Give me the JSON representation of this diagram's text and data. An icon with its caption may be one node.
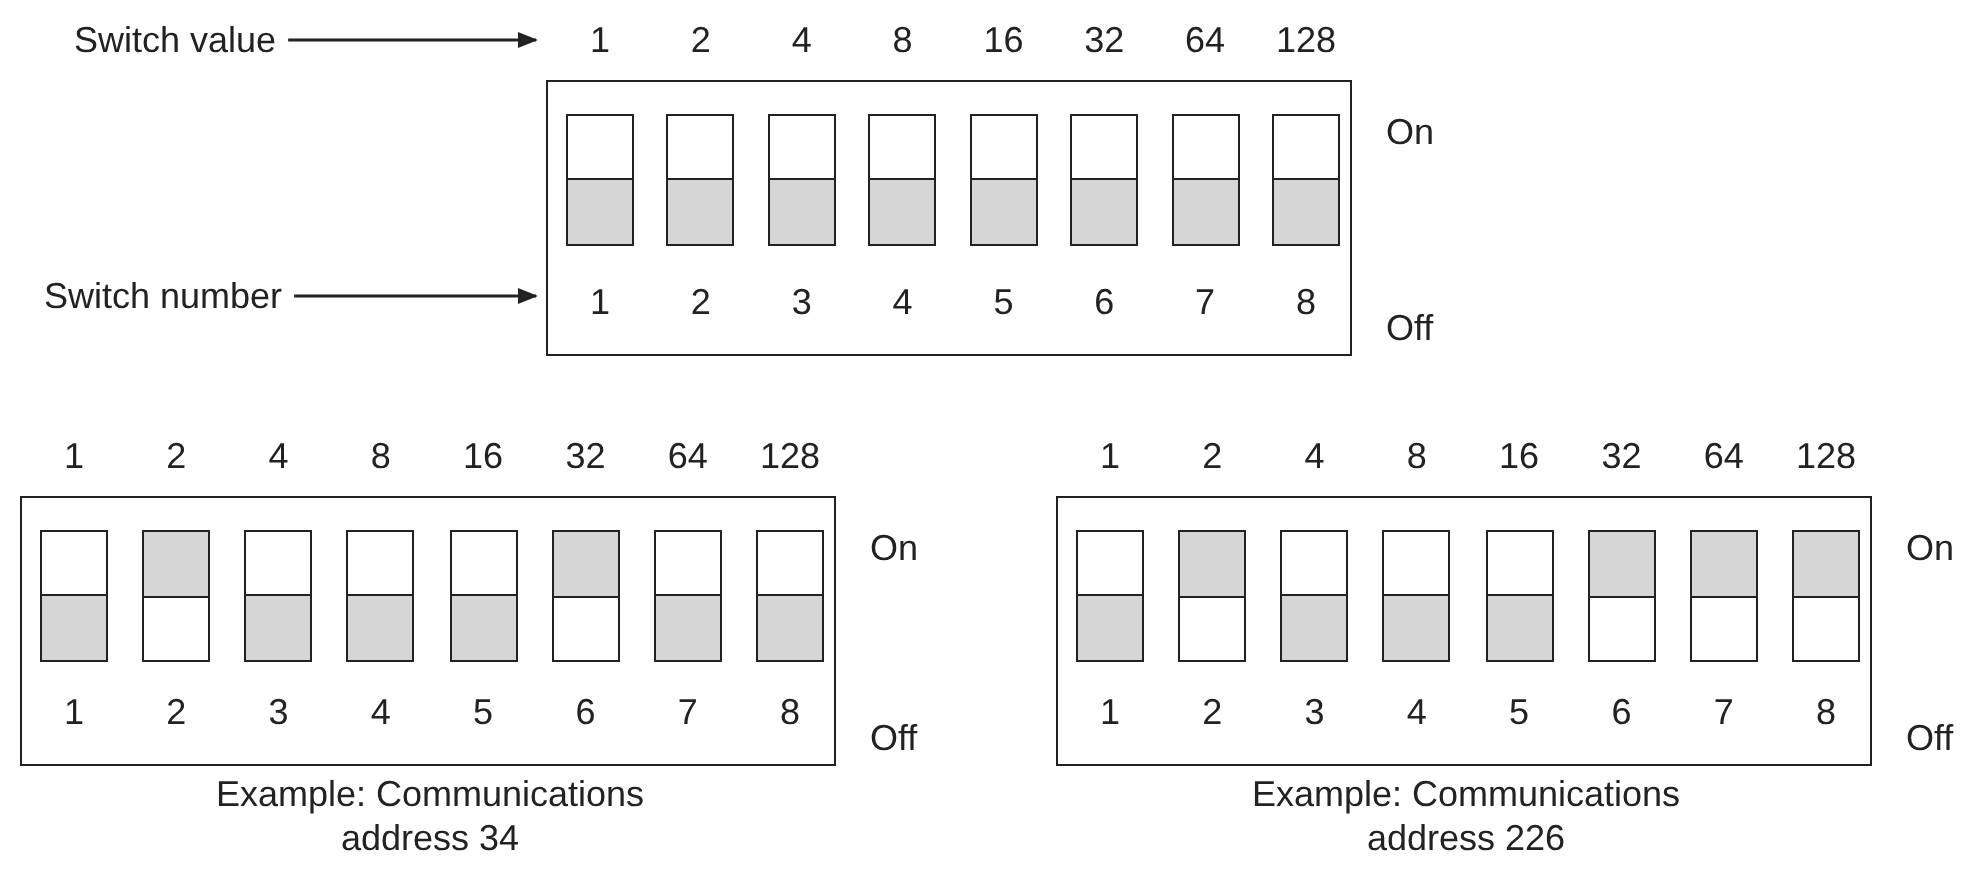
{
  "diagram": {
    "nodes": [
      {
        "text": [
          "Switch value"
        ]
      },
      {
        "text": [
          "Switch number"
        ]
      },
      {
        "text": [
          "1",
          "2",
          "3",
          "4",
          "5",
          "6",
          "7",
          "8"
        ],
        "beside": [
          "1",
          "2",
          "4",
          "8",
          "16",
          "32",
          "64",
          "128",
          "On",
          "Off"
        ]
      },
      {
        "text": [],
        "shape": "box",
        "in": 2
      },
      {
        "text": [],
        "shape": "box",
        "in": 2
      },
      {
        "text": [],
        "shape": "box",
        "in": 2
      },
      {
        "text": [],
        "shape": "box",
        "in": 2
      },
      {
        "text": [],
        "shape": "box",
        "in": 2
      },
      {
        "text": [],
        "shape": "box",
        "in": 2
      },
      {
        "text": [],
        "shape": "box",
        "in": 2
      },
      {
        "text": [],
        "shape": "box",
        "in": 2
      },
      {
        "text": [
          "1",
          "2",
          "3",
          "4",
          "5",
          "6",
          "7",
          "8"
        ],
        "beside": [
          "1",
          "2",
          "4",
          "8",
          "16",
          "32",
          "64",
          "128",
          "On",
          "Off",
          "Example: Communications address 34"
        ]
      },
      {
        "text": [],
        "shape": "box",
        "in": 11
      },
      {
        "text": [],
        "shape": "box",
        "in": 11
      },
      {
        "text": [],
        "shape": "box",
        "in": 11
      },
      {
        "text": [],
        "shape": "box",
        "in": 11
      },
      {
        "text": [],
        "shape": "box",
        "in": 11
      },
      {
        "text": [],
        "shape": "box",
        "in": 11
      },
      {
        "text": [],
        "shape": "box",
        "in": 11
      },
      {
        "text": [],
        "shape": "box",
        "in": 11
      },
      {
        "text": [
          "1",
          "2",
          "3",
          "4",
          "5",
          "6",
          "7",
          "8"
        ],
        "beside": [
          "1",
          "2",
          "4",
          "8",
          "16",
          "32",
          "64",
          "128",
          "On",
          "Off",
          "Example: Communications address 226"
        ]
      },
      {
        "text": [],
        "shape": "box",
        "in": 20
      },
      {
        "text": [],
        "shape": "box",
        "in": 20
      },
      {
        "text": [],
        "shape": "box",
        "in": 20
      },
      {
        "text": [],
        "shape": "box",
        "in": 20
      },
      {
        "text": [],
        "shape": "box",
        "in": 20
      },
      {
        "text": [],
        "shape": "box",
        "in": 20
      },
      {
        "text": [],
        "shape": "box",
        "in": 20
      },
      {
        "text": [],
        "shape": "box",
        "in": 20
      }
    ],
    "edges": [
      {
        "from": 0,
        "to": 2,
        "arrow": "to"
      },
      {
        "from": 1,
        "to": 2,
        "arrow": "to"
      }
    ]
  }
}
